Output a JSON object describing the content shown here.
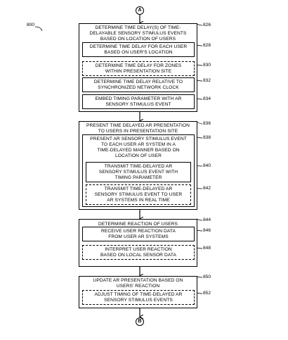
{
  "figure": {
    "number": "800",
    "connector_top": "A",
    "connector_bottom": "B"
  },
  "steps": {
    "s826": {
      "ref": "826",
      "title": "DETERMINE TIME DELAY(S) OF TIME-\nDELAYABLE SENSORY STIMULUS EVENTS\nBASED ON LOCATION OF USERS",
      "sub": [
        {
          "ref": "828",
          "text": "DETERMINE TIME DELAY FOR EACH USER\nBASED ON USER'S LOCATION",
          "dashed": false
        },
        {
          "ref": "830",
          "text": "DETERMINE TIME DELAY FOR ZONES\nWITHIN PRESENTATION SITE",
          "dashed": true
        },
        {
          "ref": "832",
          "text": "DETERMINE TIME DELAY RELATIVE TO\nSYNCHRONIZED NETWORK CLOCK",
          "dashed": false
        },
        {
          "ref": "834",
          "text": "EMBED TIMING PARAMETER WITH AR\nSENSORY STIMULUS EVENT",
          "dashed": false
        }
      ]
    },
    "s836": {
      "ref": "836",
      "title": "PRESENT TIME DELAYED AR PRESENTATION\nTO USERS IN PRESENTATION SITE",
      "inner_ref": "838",
      "inner_title": "PRESENT AR SENSORY STIMULUS EVENT\nTO EACH USER AR SYSTEM IN A\nTIME-DELAYED MANNER BASED ON\nLOCATION OF USER",
      "sub": [
        {
          "ref": "840",
          "text": "TRANSMIT TIME-DELAYED AR\nSENSORY STIMULUS EVENT WITH\nTIMING PARAMETER",
          "dashed": false
        },
        {
          "ref": "842",
          "text": "TRANSMIT TIME-DELAYED AR\nSENSORY STIMULUS EVENT TO USER\nAR SYSTEMS IN REAL TIME",
          "dashed": true
        }
      ]
    },
    "s844": {
      "ref": "844",
      "title": "DETERMINE REACTION OF USERS",
      "sub": [
        {
          "ref": "846",
          "text": "RECEIVE USER REACTION DATA\nFROM USER AR SYSTEMS",
          "dashed": false
        },
        {
          "ref": "848",
          "text": "INTERPRET USER REACTION\nBASED ON LOCAL SENSOR DATA",
          "dashed": true
        }
      ]
    },
    "s850": {
      "ref": "850",
      "title": "UPDATE AR PRESENTATION BASED ON\nUSERS' REACTION",
      "sub": [
        {
          "ref": "852",
          "text": "ADJUST TIMING OF TIME-DELAYED AR\nSENSORY STIMULUS EVENTS",
          "dashed": true
        }
      ]
    }
  }
}
